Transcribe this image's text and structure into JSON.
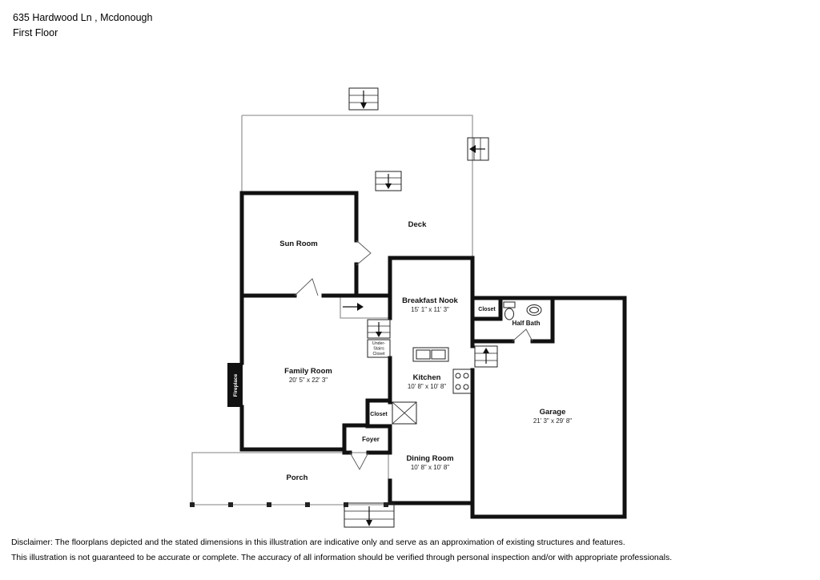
{
  "header": {
    "address": "635 Hardwood Ln , Mcdonough",
    "floor": "First Floor"
  },
  "plan": {
    "rooms": {
      "sun_room": {
        "name": "Sun Room"
      },
      "deck": {
        "name": "Deck"
      },
      "breakfast_nook": {
        "name": "Breakfast Nook",
        "dims": "15' 1\" x 11' 3\""
      },
      "closet_upper": {
        "name": "Closet"
      },
      "half_bath": {
        "name": "Half Bath"
      },
      "family_room": {
        "name": "Family Room",
        "dims": "20' 5\" x 22' 3\""
      },
      "under_stairs_closet": {
        "line1": "Under-",
        "line2": "Stairs",
        "line3": "Closet"
      },
      "kitchen": {
        "name": "Kitchen",
        "dims": "10' 8\" x 10' 8\""
      },
      "garage": {
        "name": "Garage",
        "dims": "21' 3\" x 29' 8\""
      },
      "closet_lower": {
        "name": "Closet"
      },
      "foyer": {
        "name": "Foyer"
      },
      "dining_room": {
        "name": "Dining Room",
        "dims": "10' 8\" x 10' 8\""
      },
      "porch": {
        "name": "Porch"
      },
      "fireplace": {
        "name": "Fireplace"
      }
    },
    "colors": {
      "wall": "#111111",
      "thin_outline": "#9a9a9a"
    }
  },
  "footer": {
    "line1": "Disclaimer: The floorplans depicted and the stated dimensions in this illustration are indicative only and serve as an approximation of existing structures and features.",
    "line2": "This illustration is not guaranteed to be accurate or complete. The accuracy of all information should be verified through personal inspection and/or with appropriate professionals."
  }
}
